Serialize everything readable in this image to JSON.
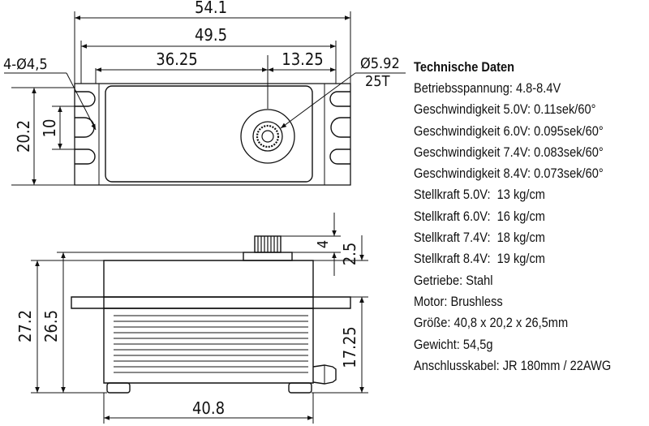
{
  "drawing": {
    "top_view": {
      "overall_width": "54.1",
      "hole_spacing": "49.5",
      "shaft_offset_left": "36.25",
      "shaft_offset_right": "13.25",
      "mount_holes": "4-Ø4,5",
      "spline_diameter": "Ø5.92",
      "spline_teeth": "25T",
      "body_depth": "20.2",
      "slot_spacing": "10"
    },
    "side_view": {
      "total_height": "27.2",
      "body_height": "26.5",
      "spline_height": "4",
      "horn_boss_height": "2.5",
      "flange_height": "17.25",
      "body_length": "40.8"
    }
  },
  "specs": {
    "title": "Technische Daten",
    "lines": [
      "Betriebsspannung: 4.8-8.4V",
      "Geschwindigkeit 5.0V: 0.11sek/60°",
      "Geschwindigkeit 6.0V: 0.095sek/60°",
      "Geschwindigkeit 7.4V: 0.083sek/60°",
      "Geschwindigkeit 8.4V: 0.073sek/60°",
      "Stellkraft 5.0V:  13 kg/cm",
      "Stellkraft 6.0V:  16 kg/cm",
      "Stellkraft 7.4V:  18 kg/cm",
      "Stellkraft 8.4V:  19 kg/cm",
      "Getriebe: Stahl",
      "Motor: Brushless",
      "Größe: 40,8 x 20,2 x 26,5mm",
      "Gewicht: 54,5g",
      "Anschlusskabel: JR 180mm / 22AWG"
    ]
  }
}
